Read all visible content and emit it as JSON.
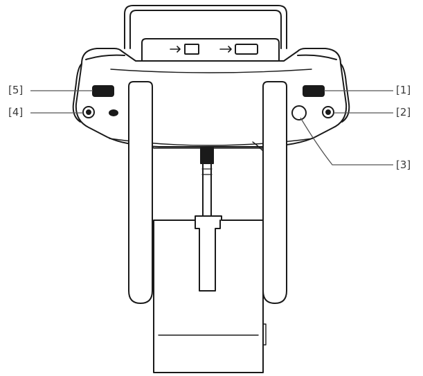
{
  "callouts": [
    {
      "id": "c1",
      "label": "[1]"
    },
    {
      "id": "c2",
      "label": "[2]"
    },
    {
      "id": "c3",
      "label": "[3]"
    },
    {
      "id": "c4",
      "label": "[4]"
    },
    {
      "id": "c5",
      "label": "[5]"
    }
  ],
  "colors": {
    "stroke": "#1a1a1a",
    "body_fill": "#ffffff",
    "leader": "#555555",
    "label": "#3a3a3a"
  }
}
